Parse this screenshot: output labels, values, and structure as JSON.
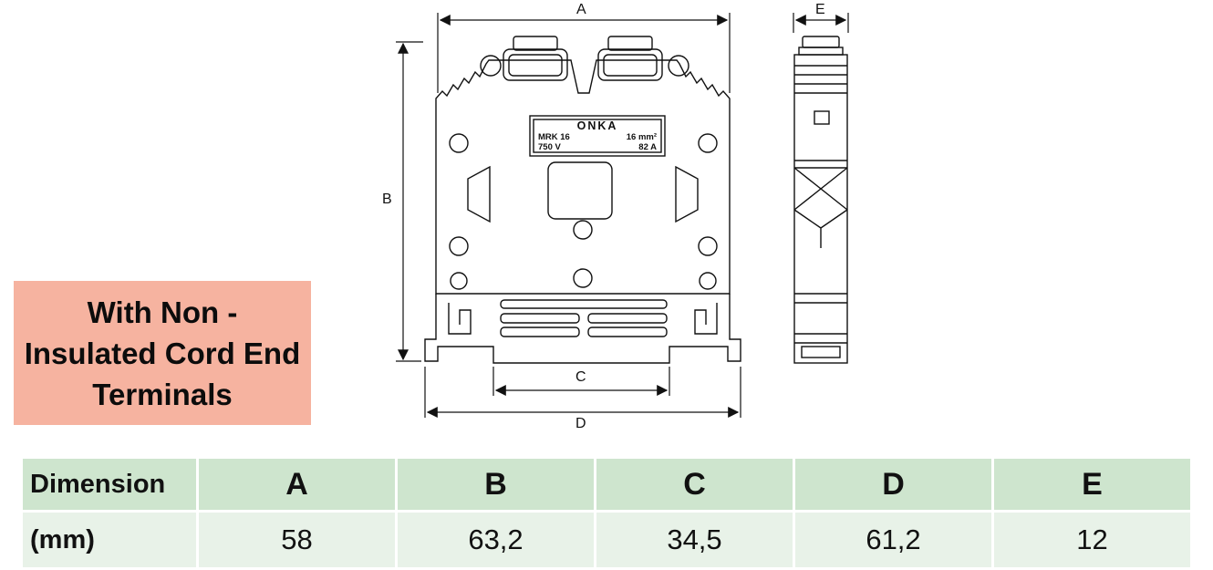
{
  "drawing": {
    "dimension_labels": {
      "a": "A",
      "b": "B",
      "c": "C",
      "d": "D",
      "e": "E"
    },
    "product_label": {
      "brand": "ONKA",
      "model": "MRK 16",
      "cross_section": "16 mm²",
      "voltage": "750 V",
      "current": "82 A"
    }
  },
  "callout": {
    "line1": "With Non -",
    "line2": "Insulated Cord End",
    "line3": "Terminals"
  },
  "table": {
    "header_col_line1": "Dimension",
    "header_col_line2": "(mm)",
    "columns": [
      "A",
      "B",
      "C",
      "D",
      "E"
    ],
    "values": [
      "58",
      "63,2",
      "34,5",
      "61,2",
      "12"
    ]
  },
  "colors": {
    "callout_bg": "#f6b3a0",
    "table_header_bg": "#cee5ce",
    "table_value_bg": "#e8f2e8",
    "line_color": "#111111"
  }
}
